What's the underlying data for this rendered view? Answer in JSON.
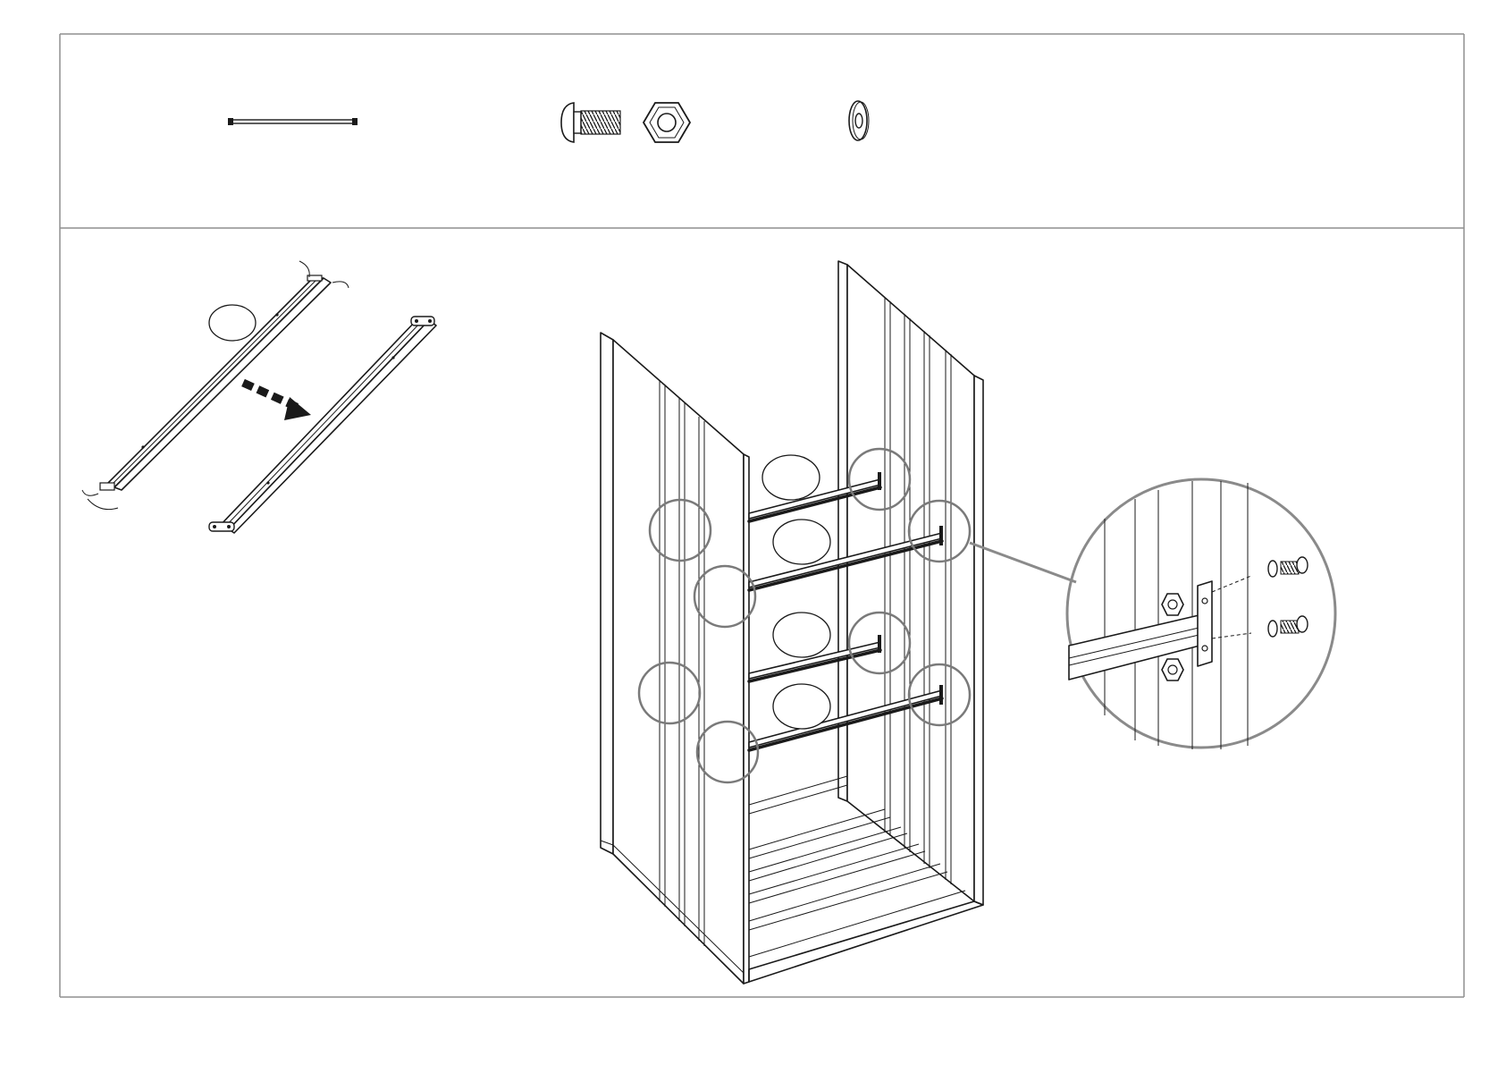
{
  "document": {
    "type": "assembly-instruction-step",
    "labels": []
  },
  "parts_panel": {
    "items": [
      {
        "icon": "rail-bar-icon"
      },
      {
        "icon": "bolt-icon"
      },
      {
        "icon": "hex-nut-icon"
      },
      {
        "icon": "washer-icon"
      }
    ]
  },
  "step_panel": {
    "part_label_ovals": 5,
    "detail_callouts": 8,
    "colors": {
      "line": "#1a1a1a",
      "callout": "#8a8a8a",
      "frame": "#8f8f8f",
      "arrow": "#1a1a1a"
    }
  }
}
